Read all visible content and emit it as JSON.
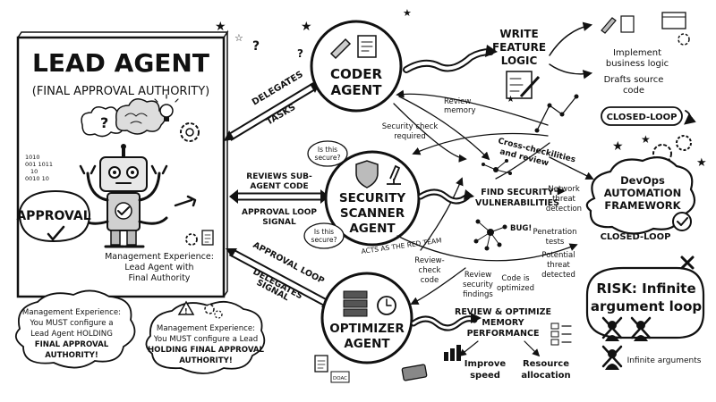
{
  "lead": {
    "title": "LEAD AGENT",
    "subtitle": "(FINAL APPROVAL AUTHORITY)",
    "approval": "APPROVAL",
    "caption_1": "Management Experience:",
    "caption_2": "Lead Agent with",
    "caption_3": "Final Authority",
    "binary": [
      "1010",
      "001 1011",
      "10",
      "0010 10"
    ]
  },
  "bubble_left": [
    "Management Experience:",
    "You MUST configure a",
    "Lead Agent HOLDING",
    "FINAL APPROVAL",
    "AUTHORITY!"
  ],
  "bubble_mid": [
    "Management Experience:",
    "You MUST configure a Lead",
    "HOLDING FINAL APPROVAL",
    "AUTHORITY!"
  ],
  "arrows": {
    "delegates_tasks": [
      "DELEGATES",
      "TASKS"
    ],
    "reviews_code": [
      "REVIEWS SUB-",
      "AGENT CODE"
    ],
    "approval_signal": [
      "APPROVAL LOOP",
      "SIGNAL"
    ],
    "approval_loop": "APPROVAL LOOP",
    "delegates_signal": [
      "DELEGATES",
      "SIGNAL"
    ]
  },
  "agents": {
    "coder": [
      "CODER",
      "AGENT"
    ],
    "security": [
      "SECURITY",
      "SCANNER",
      "AGENT"
    ],
    "security_note": "ACTS AS THE RED TEAM",
    "optimizer": [
      "OPTIMIZER",
      "AGENT"
    ]
  },
  "security_bubbles": {
    "q1": [
      "Is this",
      "secure?"
    ],
    "q2": [
      "Is this",
      "secure?"
    ]
  },
  "coder_branch": {
    "main": [
      "WRITE",
      "FEATURE",
      "LOGIC"
    ],
    "b1": [
      "Implement",
      "business logic"
    ],
    "b2": [
      "Drafts source",
      "code"
    ]
  },
  "security_branch": {
    "main": [
      "FIND SECURITY",
      "VULNERABILITIES"
    ],
    "network": [
      "Network",
      "threat",
      "detection"
    ],
    "penetration": [
      "Penetration",
      "tests"
    ],
    "potential": [
      "Potential",
      "threat",
      "detected"
    ],
    "bug": "BUG!",
    "review_findings": [
      "Review",
      "security",
      "findings"
    ],
    "code_optimized": [
      "Code is",
      "optimized"
    ]
  },
  "middle_labels": {
    "review_memory": [
      "Review",
      "memory"
    ],
    "security_check": [
      "Security check",
      "required"
    ],
    "cross_check": [
      "Cross-checkilities",
      "and review"
    ],
    "review_check": [
      "Review-",
      "check",
      "code"
    ]
  },
  "optimizer_branch": {
    "main": [
      "REVIEW & OPTIMIZE",
      "MEMORY",
      "PERFORMANCE"
    ],
    "speed": [
      "Improve",
      "speed"
    ],
    "resource": [
      "Resource",
      "allocation"
    ],
    "doc_label": "DOAC"
  },
  "devops": {
    "closed_loop_top": "CLOSED-LOOP",
    "title": [
      "DevOps",
      "AUTOMATION",
      "FRAMEWORK"
    ],
    "closed_loop_bottom": "CLOSED-LOOP"
  },
  "risk": {
    "title": [
      "RISK: Infinite",
      "argument loop"
    ],
    "caption": "Infinite arguments"
  }
}
